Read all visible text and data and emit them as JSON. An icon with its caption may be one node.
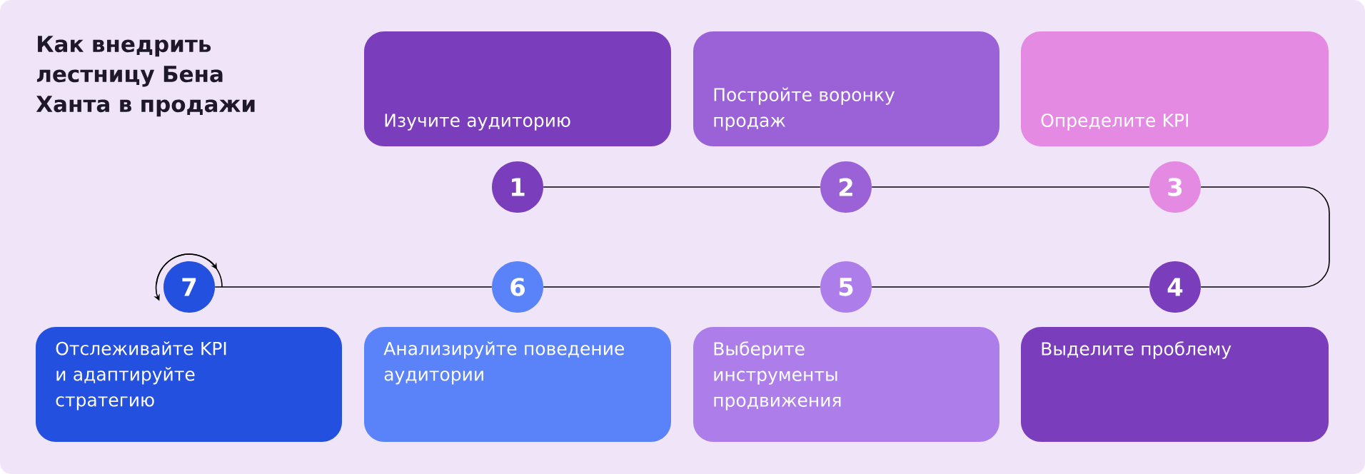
{
  "diagram": {
    "title": "Как внедрить лестницу Бена Ханта в продажи",
    "nodes": [
      {
        "text": [
          "Изучите аудиторию"
        ]
      },
      {
        "text": [
          "Постройте воронку продаж"
        ]
      },
      {
        "text": [
          "Определите KPI"
        ]
      },
      {
        "text": [
          "1"
        ]
      },
      {
        "text": [
          "2"
        ]
      },
      {
        "text": [
          "3"
        ]
      },
      {
        "text": [
          "7"
        ]
      },
      {
        "text": [
          "6"
        ]
      },
      {
        "text": [
          "5"
        ]
      },
      {
        "text": [
          "4"
        ]
      },
      {
        "text": [
          "Отслеживайте KPI и адаптируйте стратегию"
        ]
      },
      {
        "text": [
          "Анализируйте поведение аудитории"
        ]
      },
      {
        "text": [
          "Выберите инструменты продвижения"
        ]
      },
      {
        "text": [
          "Выделите проблему"
        ]
      }
    ],
    "edges": [
      {
        "from": 3,
        "to": 4,
        "arrow": "none"
      },
      {
        "from": 4,
        "to": 5,
        "arrow": "none"
      },
      {
        "from": 5,
        "to": 9,
        "arrow": "none"
      },
      {
        "from": 9,
        "to": 8,
        "arrow": "none"
      },
      {
        "from": 8,
        "to": 7,
        "arrow": "none"
      },
      {
        "from": 7,
        "to": 6,
        "arrow": "none"
      }
    ]
  }
}
